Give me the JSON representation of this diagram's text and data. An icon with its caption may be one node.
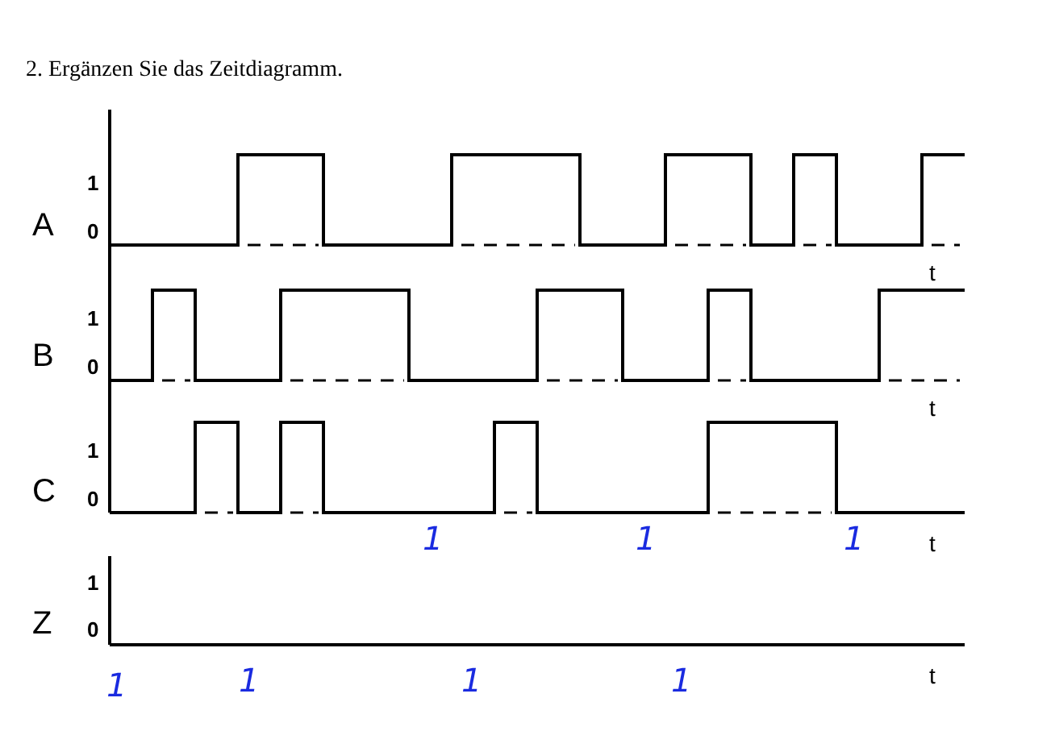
{
  "diagram": {
    "title": "2. Ergänzen Sie das Zeitdiagramm.",
    "labels": [
      "A",
      "1",
      "0",
      "t",
      "B",
      "1",
      "0",
      "t",
      "C",
      "1",
      "0",
      "1",
      "1",
      "1",
      "t",
      "Z",
      "1",
      "0",
      "1",
      "1",
      "1",
      "1",
      "t"
    ]
  }
}
